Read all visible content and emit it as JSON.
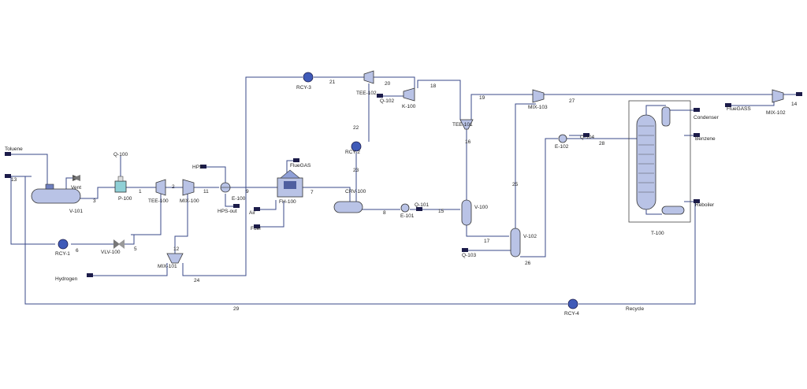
{
  "flowsheet": {
    "blocks": {
      "v101": "V-101",
      "p100": "P-100",
      "q100": "Q-100",
      "tee100": "TEE-100",
      "mix100": "MIX-100",
      "e100": "E-100",
      "fh100": "FH-100",
      "crv100": "CRV-100",
      "e101": "E-101",
      "q101": "Q-101",
      "v100": "V-100",
      "v102": "V-102",
      "q103": "Q-103",
      "tee101": "TEE-101",
      "tee102": "TEE-102",
      "k100": "K-100",
      "q102": "Q-102",
      "mix103": "MIX-103",
      "e102": "E-102",
      "q104": "Q-104",
      "t100": "T-100",
      "mix102": "MIX-102",
      "mix101": "MIX-101",
      "vlv100": "VLV-100",
      "rcy1": "RCY-1",
      "rcy2": "RCY-2",
      "rcy3": "RCY-3",
      "rcy4": "RCY-4"
    },
    "streams": {
      "toluene": "Toluene",
      "vent": "Vent",
      "hps": "HPS",
      "hps_out": "HPS-out",
      "fluegas": "FlueGAS",
      "air": "Air",
      "fuel": "Fuel",
      "hydrogen": "Hydrogen",
      "condenser": "Condenser",
      "benzene": "Benzene",
      "reboiler": "Reboiler",
      "fluegass": "FlueGASS",
      "recycle": "Recycle",
      "s1": "1",
      "s2": "2",
      "s3": "3",
      "s5": "5",
      "s6": "6",
      "s7": "7",
      "s8": "8",
      "s9": "9",
      "s11": "11",
      "s12": "12",
      "s13": "13",
      "s14": "14",
      "s15": "15",
      "s16": "16",
      "s17": "17",
      "s18": "18",
      "s19": "19",
      "s20": "20",
      "s21": "21",
      "s22": "22",
      "s23": "23",
      "s24": "24",
      "s25": "25",
      "s26": "26",
      "s27": "27",
      "s28": "28",
      "s29": "29"
    }
  }
}
